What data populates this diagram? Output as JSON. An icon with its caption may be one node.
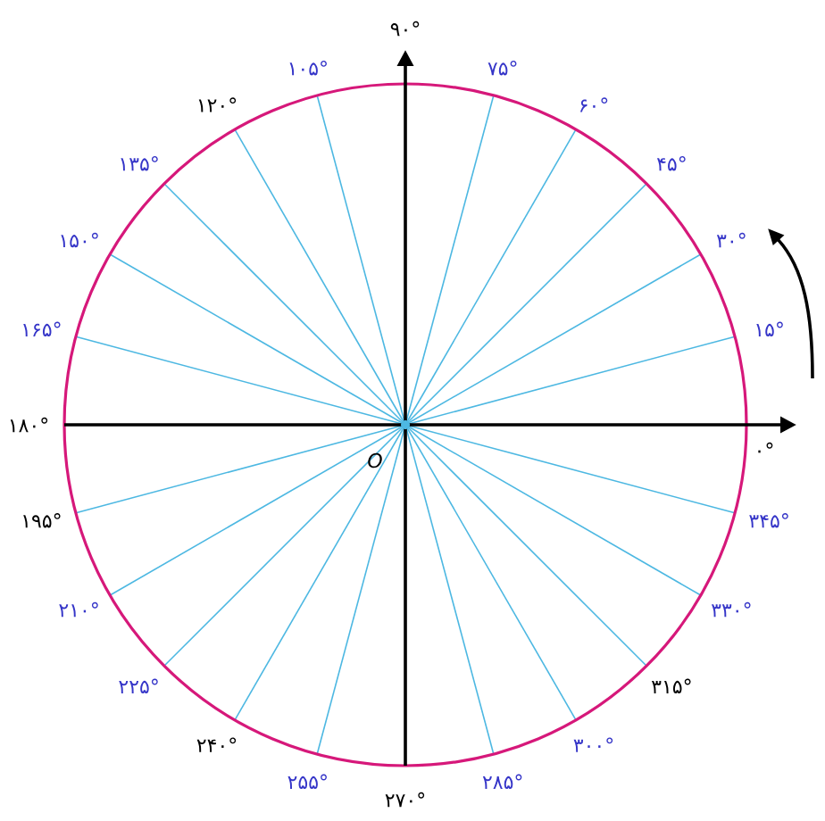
{
  "diagram": {
    "labels": [
      "۰°",
      "۱۵°",
      "۳۰°",
      "۴۵°",
      "۶۰°",
      "۷۵°",
      "۹۰°",
      "۱۰۵°",
      "۱۲۰°",
      "۱۳۵°",
      "۱۵۰°",
      "۱۶۵°",
      "۱۸۰°",
      "۱۹۵°",
      "۲۱۰°",
      "۲۲۵°",
      "۲۴۰°",
      "۲۵۵°",
      "۲۷۰°",
      "۲۸۵°",
      "۳۰۰°",
      "۳۱۵°",
      "۳۳۰°",
      "۳۴۵°",
      "O"
    ]
  }
}
